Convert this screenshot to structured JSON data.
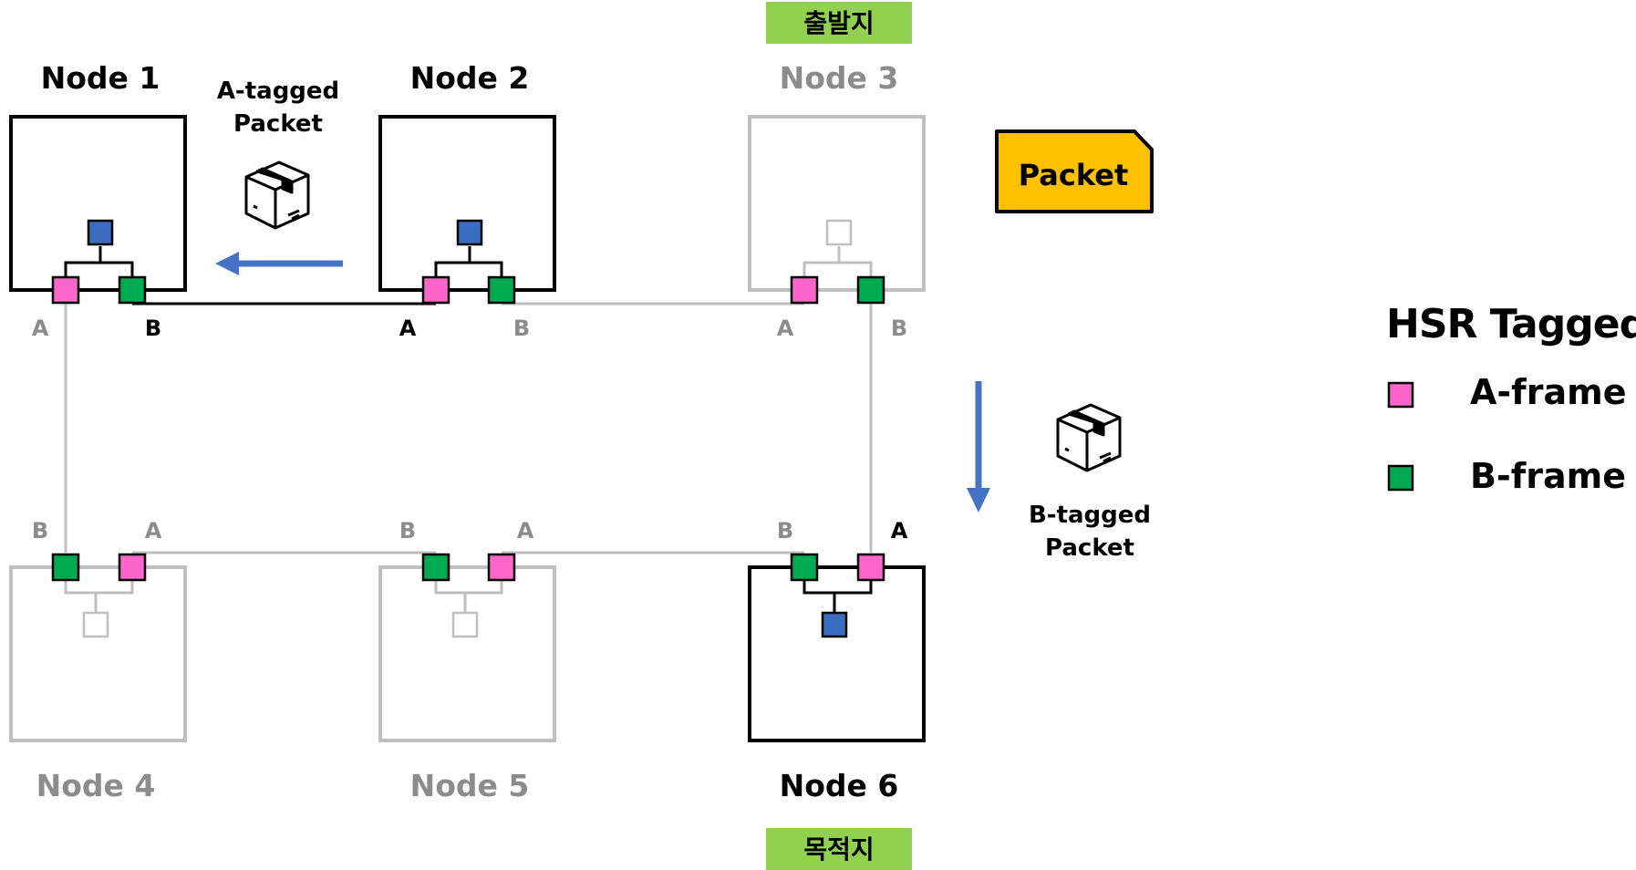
{
  "colors": {
    "active": "#000000",
    "inactive": "#bfbfbf",
    "inactive_text": "#8c8c8c",
    "a_frame": "#ff66cc",
    "b_frame": "#00aa50",
    "host": "#3a6cbf",
    "arrow": "#4472c4",
    "badge": "#92d050",
    "packet_fill": "#ffc000"
  },
  "nodes": [
    {
      "name": "Node 1",
      "active": true
    },
    {
      "name": "Node 2",
      "active": true
    },
    {
      "name": "Node 3",
      "active": false
    },
    {
      "name": "Node 4",
      "active": false
    },
    {
      "name": "Node 5",
      "active": false
    },
    {
      "name": "Node 6",
      "active": true
    }
  ],
  "ports": {
    "a": "A",
    "b": "B"
  },
  "badges": {
    "source": "출발지",
    "destination": "목적지"
  },
  "a_tagged_packet": {
    "line1": "A-tagged",
    "line2": "Packet"
  },
  "b_tagged_packet": {
    "line1": "B-tagged",
    "line2": "Packet"
  },
  "packet_label": "Packet",
  "legend": {
    "title": "HSR Tagged",
    "a_frame": "A-frame",
    "b_frame": "B-frame"
  },
  "icons": [
    "box-icon",
    "box-icon"
  ]
}
